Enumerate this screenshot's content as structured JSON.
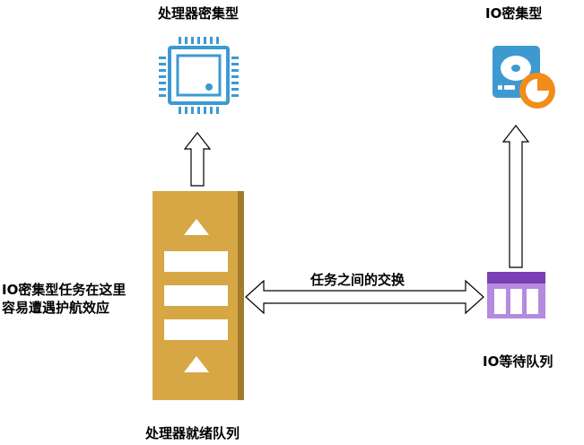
{
  "labels": {
    "cpu_title": "处理器密集型",
    "io_title": "IO密集型",
    "ready_queue": "处理器就绪队列",
    "io_queue": "IO等待队列",
    "exchange": "任务之间的交换",
    "convoy_line1": "IO密集型任务在这里",
    "convoy_line2": "容易遭遇护航效应"
  },
  "icons": {
    "cpu": "cpu-chip-icon",
    "disk": "hard-disk-icon",
    "queue": "queue-table-icon"
  },
  "colors": {
    "cpu_icon": "#3d9ad1",
    "queue_body": "#d6a744",
    "queue_edge": "#a07c2c",
    "disk_body": "#3d9ad1",
    "disk_accent": "#f28c1a",
    "io_queue_header": "#7b3fb5",
    "io_queue_cells": "#b58be0"
  }
}
